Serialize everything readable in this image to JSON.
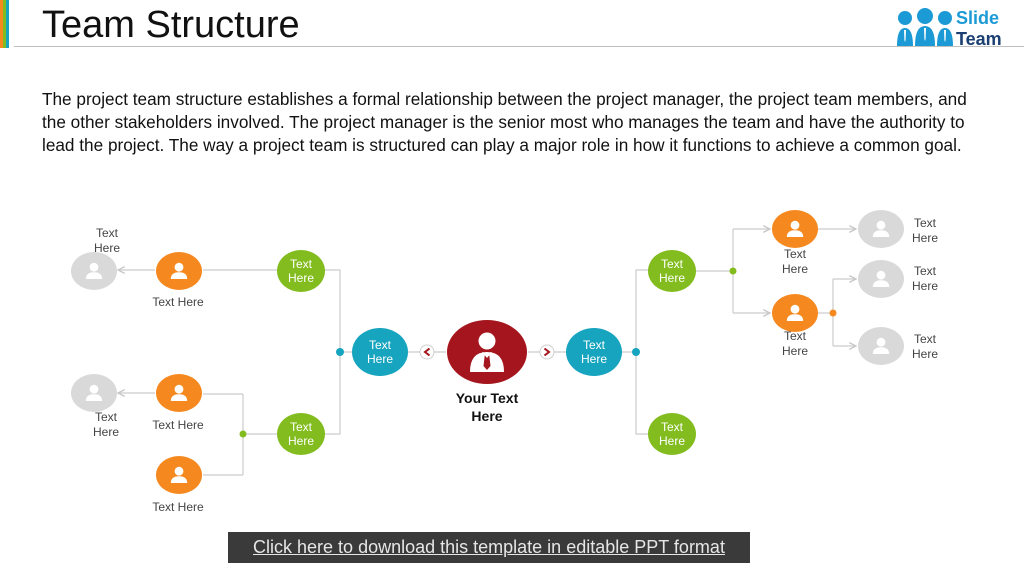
{
  "header": {
    "title": "Team Structure",
    "logo": {
      "line1": "Slide",
      "line2": "Team"
    }
  },
  "description": "The project team structure establishes a formal relationship between the project manager, the project team members, and the other stakeholders involved. The project manager is the senior most who manages the team and have the authority to lead the project. The way a project team is structured can play a major role in how it functions to achieve a common goal.",
  "diagram": {
    "center": {
      "label_line1": "Your Text",
      "label_line2": "Here"
    },
    "left": {
      "hub": {
        "line1": "Text",
        "line2": "Here"
      },
      "top_branch": {
        "node": {
          "line1": "Text",
          "line2": "Here"
        },
        "person_label": "Text Here",
        "member_label_line1": "Text",
        "member_label_line2": "Here"
      },
      "bottom_branch": {
        "node": {
          "line1": "Text",
          "line2": "Here"
        },
        "person1_label": "Text Here",
        "person2_label": "Text Here",
        "member_label_line1": "Text",
        "member_label_line2": "Here"
      }
    },
    "right": {
      "hub": {
        "line1": "Text",
        "line2": "Here"
      },
      "top_branch": {
        "node": {
          "line1": "Text",
          "line2": "Here"
        },
        "person1_label_line1": "Text",
        "person1_label_line2": "Here",
        "person2_label_line1": "Text",
        "person2_label_line2": "Here",
        "member1_label_line1": "Text",
        "member1_label_line2": "Here",
        "member2_label_line1": "Text",
        "member2_label_line2": "Here",
        "member3_label_line1": "Text",
        "member3_label_line2": "Here"
      },
      "bottom_branch": {
        "node": {
          "line1": "Text",
          "line2": "Here"
        }
      }
    },
    "colors": {
      "green": "#82bc1e",
      "teal": "#17a4bf",
      "orange": "#f5891f",
      "red": "#a5151d",
      "gray": "#d9d9d9",
      "line": "#cccccc"
    }
  },
  "footer": {
    "download_link": "Click here to download this template in editable PPT format"
  }
}
